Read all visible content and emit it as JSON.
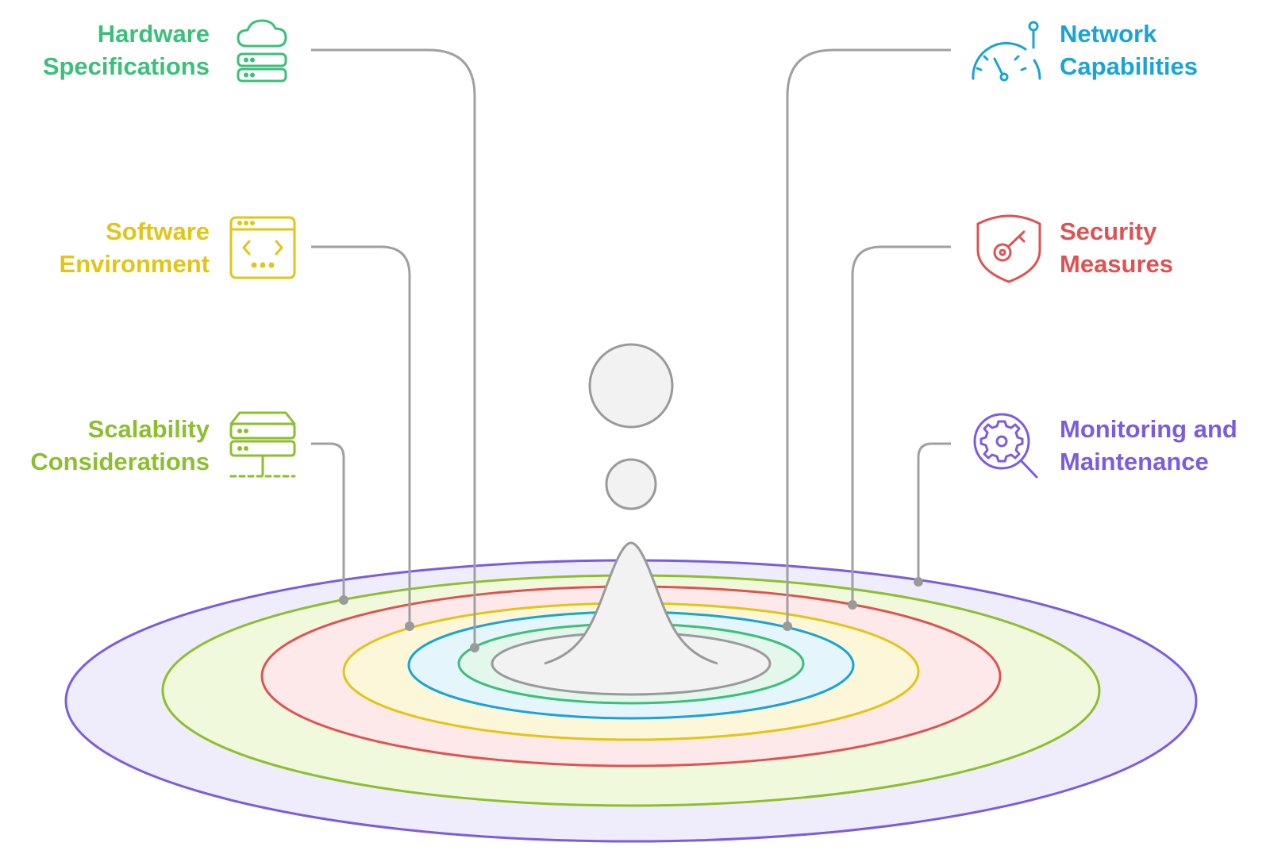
{
  "colors": {
    "hardware": "#3cbf7a",
    "software": "#e2c516",
    "scalability": "#8cbf2e",
    "network": "#1aa3d6",
    "security": "#e05252",
    "monitoring": "#7b5ce0",
    "connector": "#a0a0a0",
    "drop_fill": "#f2f2f2"
  },
  "items": {
    "hardware": {
      "line1": "Hardware",
      "line2": "Specifications",
      "icon": "cloud-server-icon"
    },
    "software": {
      "line1": "Software",
      "line2": "Environment",
      "icon": "code-window-icon"
    },
    "scalability": {
      "line1": "Scalability",
      "line2": "Considerations",
      "icon": "server-stack-network-icon"
    },
    "network": {
      "line1": "Network",
      "line2": "Capabilities",
      "icon": "speedometer-icon"
    },
    "security": {
      "line1": "Security",
      "line2": "Measures",
      "icon": "shield-key-icon"
    },
    "monitoring": {
      "line1": "Monitoring and",
      "line2": "Maintenance",
      "icon": "gear-magnifier-icon"
    }
  }
}
